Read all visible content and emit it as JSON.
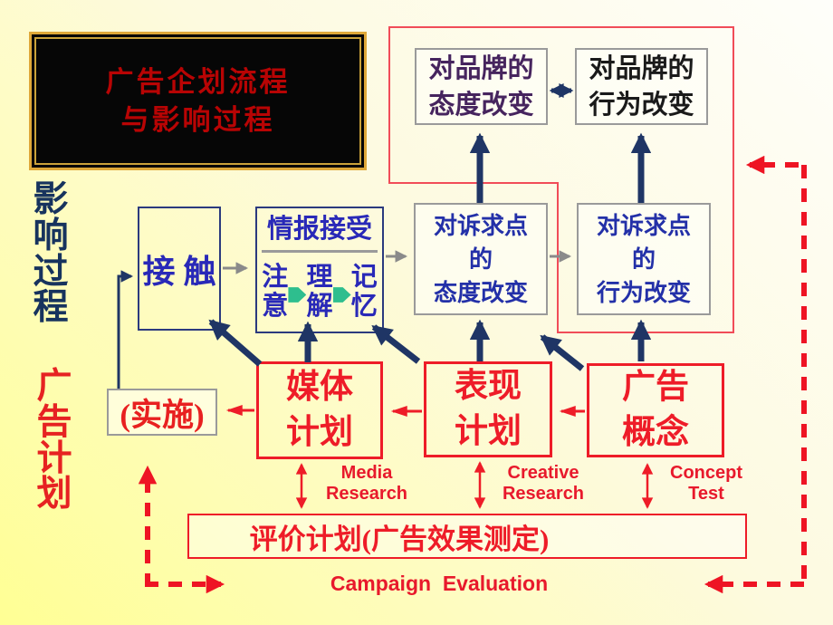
{
  "slide": {
    "title": {
      "line1": "广告企划流程",
      "line2": "与影响过程"
    },
    "side_labels": {
      "influence_process": "影响过程",
      "ad_plan": "广告计划"
    }
  },
  "boxes": {
    "contact": "接 触",
    "perception": {
      "header": "情报接受",
      "items": [
        "注意",
        "理解",
        "记忆"
      ]
    },
    "appeal_attitude": {
      "lines": [
        "对诉求点",
        "的",
        "态度改变"
      ]
    },
    "appeal_behavior": {
      "lines": [
        "对诉求点",
        "的",
        "行为改变"
      ]
    },
    "brand_attitude": {
      "lines": [
        "对品牌的",
        "态度改变"
      ]
    },
    "brand_behavior": {
      "lines": [
        "对品牌的",
        "行为改变"
      ]
    },
    "implement": "(实施)",
    "media_plan": {
      "lines": [
        "媒体",
        "计划"
      ]
    },
    "creative_plan": {
      "lines": [
        "表现",
        "计划"
      ]
    },
    "ad_concept": {
      "lines": [
        "广告",
        "概念"
      ]
    },
    "evaluation_plan": "评价计划(广告效果测定)"
  },
  "labels": {
    "media_research": {
      "lines": [
        "Media",
        "Research"
      ]
    },
    "creative_research": {
      "lines": [
        "Creative",
        "Research"
      ]
    },
    "concept_test": {
      "lines": [
        "Concept",
        "Test"
      ]
    },
    "campaign_evaluation": "Campaign  Evaluation"
  },
  "icons": {
    "perception_separators": "green-pentagon-right-arrow"
  },
  "colors": {
    "background_yellow": "#ffff94",
    "background_white": "#fefefa",
    "navy_arrow": "#1f3565",
    "blue_text": "#2929b8",
    "blue_box_border": "#2b3a7e",
    "red": "#ee1c28",
    "red_container_line": "#f14c58",
    "title_red": "#b80404",
    "title_gold_border": "#dfa839",
    "purple_text": "#46245e",
    "black_text": "#1a1a1a",
    "gray_border": "#9a9a9a",
    "green_arrow": "#2ebe8e"
  }
}
